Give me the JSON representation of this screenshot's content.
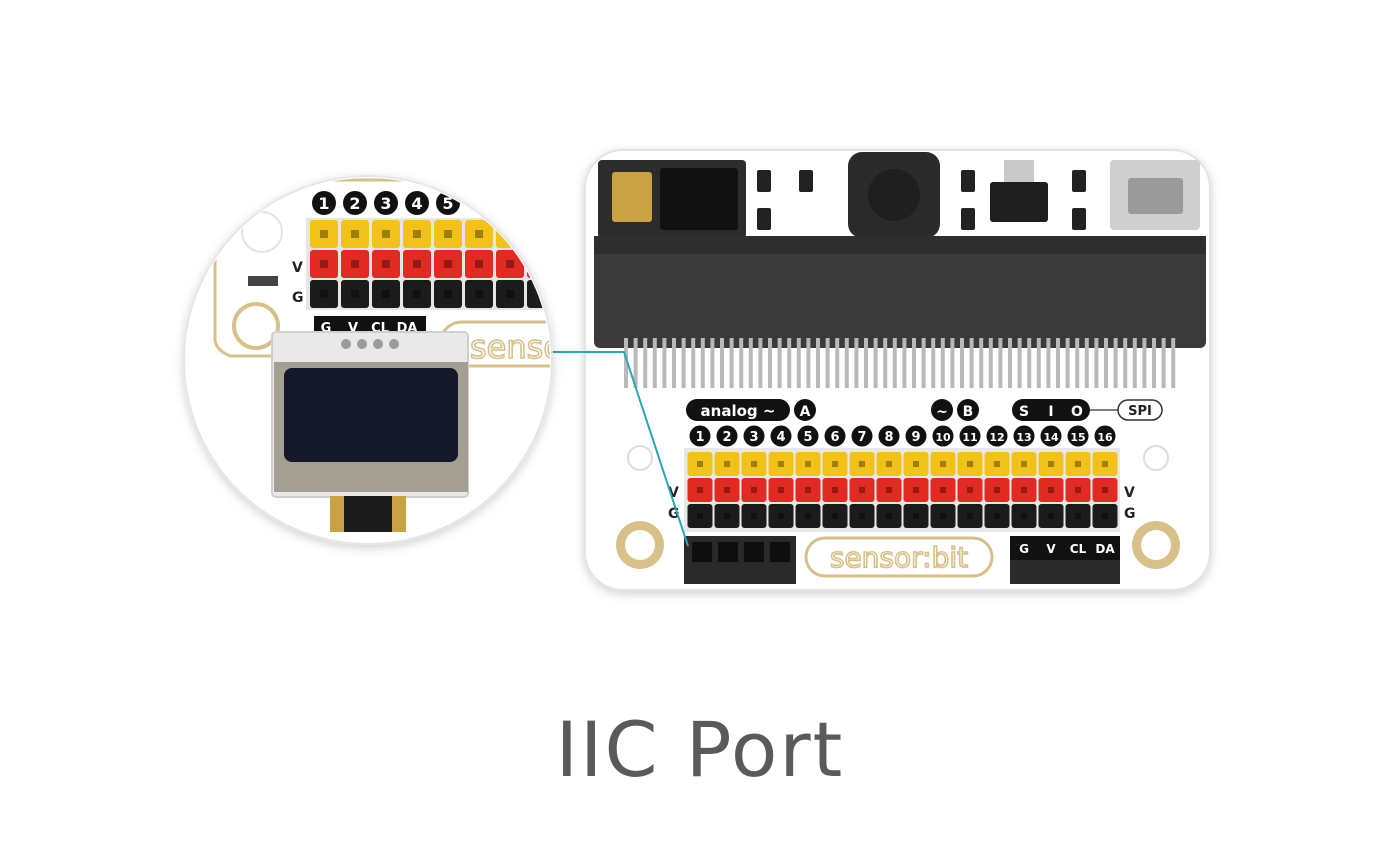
{
  "caption": "IIC Port",
  "board": {
    "silkscreen_logo": "sensor:bit",
    "analog_label": "analog ~",
    "group_a": "A",
    "pwm_label": "~",
    "group_b": "B",
    "spi_letters": [
      "S",
      "I",
      "O"
    ],
    "spi_label": "SPI",
    "pin_numbers": [
      "1",
      "2",
      "3",
      "4",
      "5",
      "6",
      "7",
      "8",
      "9",
      "10",
      "11",
      "12",
      "13",
      "14",
      "15",
      "16"
    ],
    "row_v": "V",
    "row_g": "G",
    "iic_pins": [
      "G",
      "V",
      "CL",
      "DA"
    ]
  },
  "zoom": {
    "pin_numbers": [
      "1",
      "2",
      "3",
      "4",
      "5"
    ],
    "row_v": "V",
    "row_g": "G",
    "iic_pins": [
      "G",
      "V",
      "CL",
      "DA"
    ],
    "logo_fragment": "senso"
  },
  "colors": {
    "board": "#ffffff",
    "slot": "#3a3a3a",
    "signal_pins": "#f2c21b",
    "power_pins": "#e02a22",
    "ground_pins": "#1b1b1b",
    "pad_gold": "#d8c089",
    "leader_line": "#2aa6b5",
    "oled_screen": "#14182a"
  }
}
